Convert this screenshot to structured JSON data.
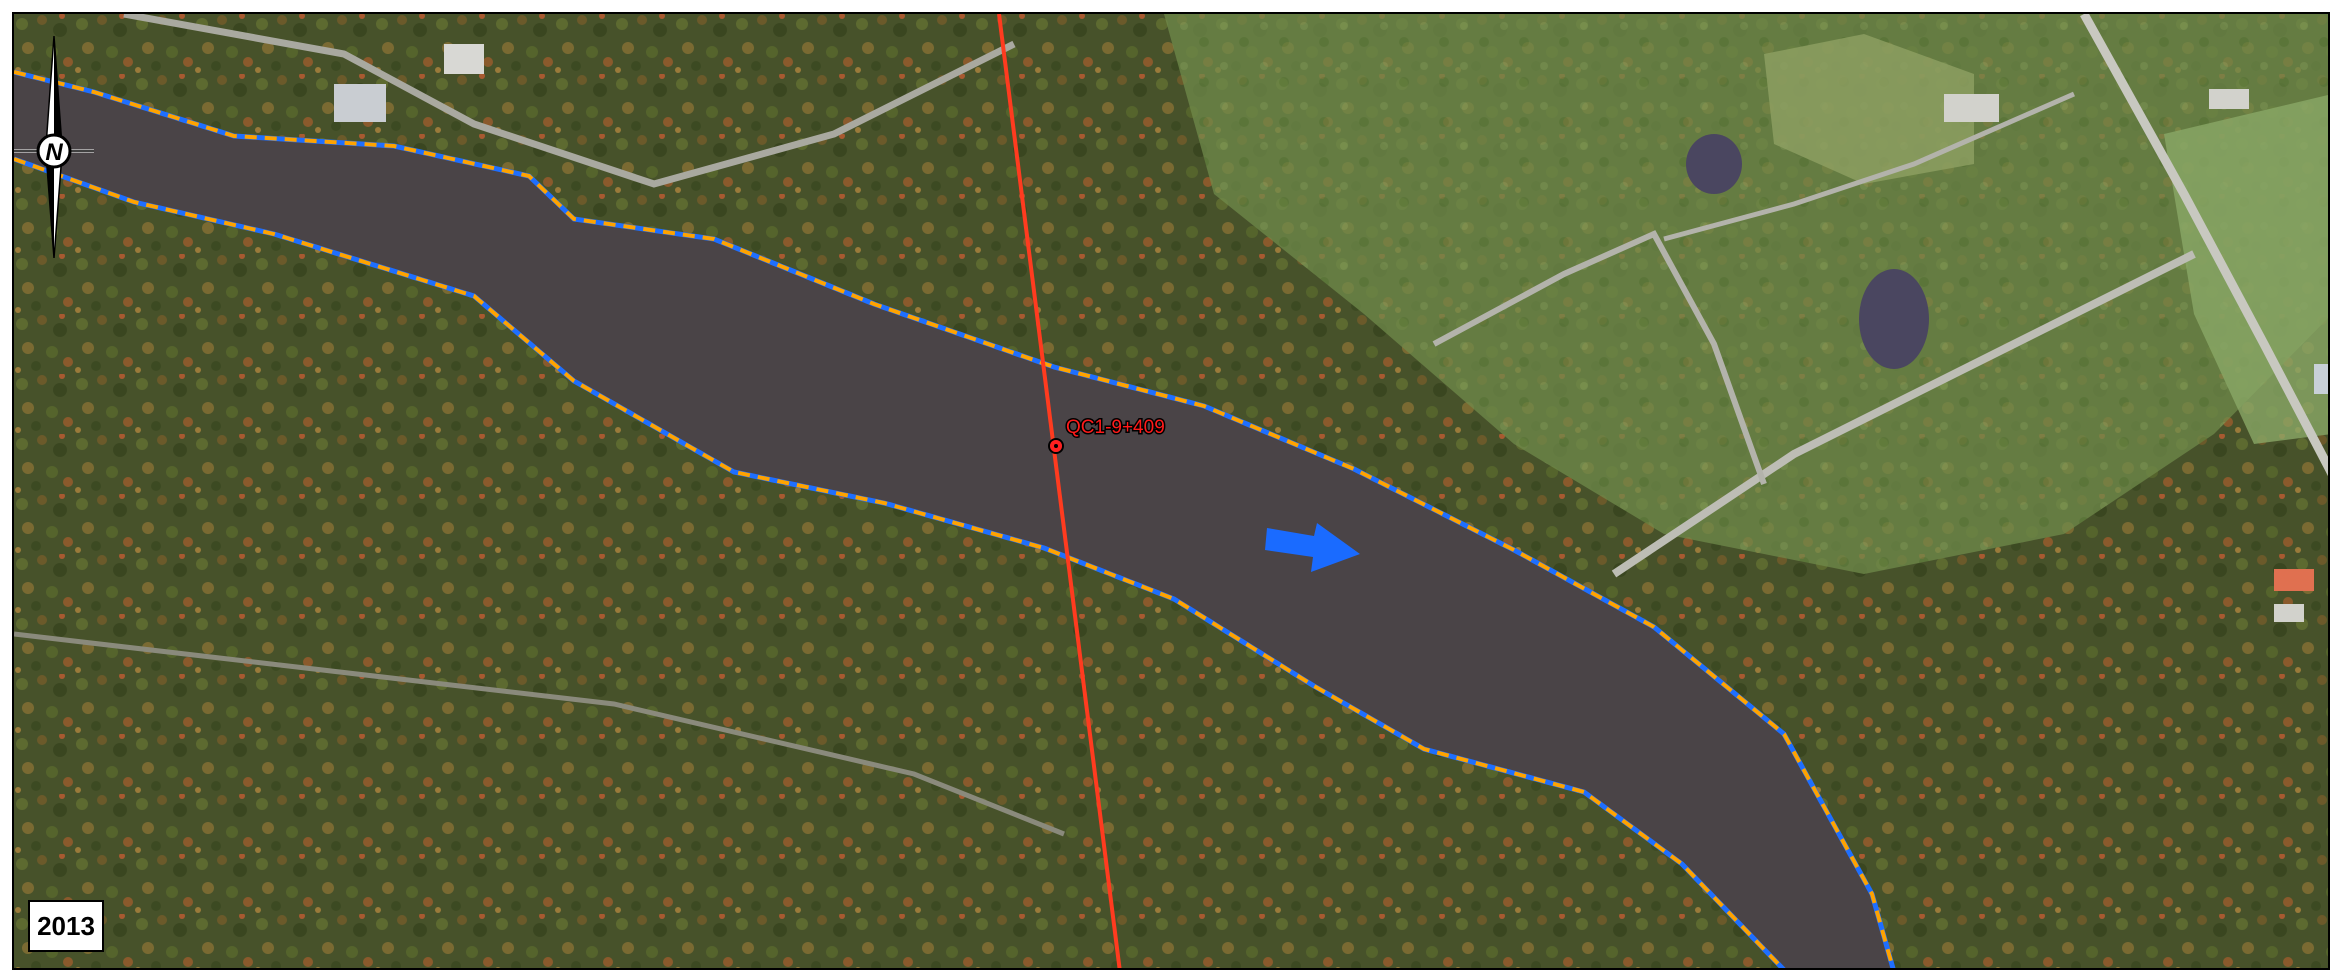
{
  "map": {
    "year_label": "2013",
    "station_label": "QC1-9+409",
    "compass_letter": "N",
    "colors": {
      "river_water": "#4a4447",
      "forest": "#47522a",
      "pipeline_route": "#ff3b1f",
      "bank_line_solid": "#1f6fff",
      "bank_line_dashed": "#ffa300",
      "flow_arrow": "#1a6bff",
      "station_marker": "#ff2020"
    },
    "icons": [
      "north-arrow-icon",
      "flow-direction-arrow-icon",
      "station-marker-icon"
    ]
  }
}
